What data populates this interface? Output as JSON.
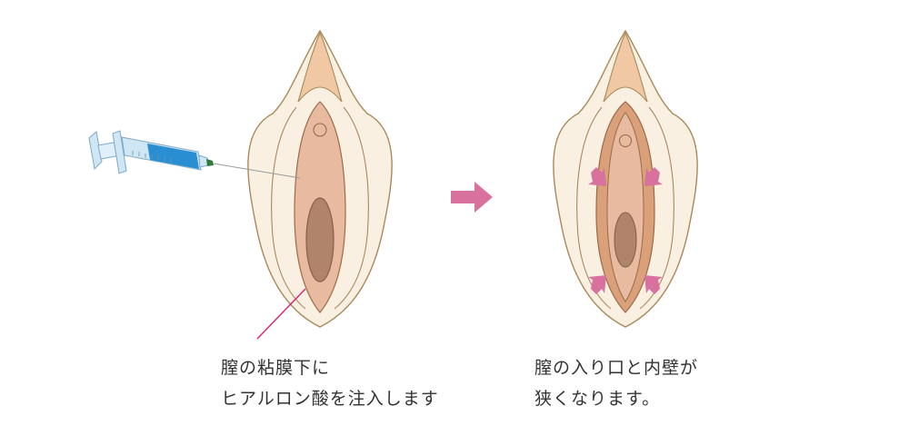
{
  "captions": {
    "before": {
      "line1": "膣の粘膜下に",
      "line2": "ヒアルロン酸を注入します"
    },
    "after": {
      "line1": "膣の入り口と内壁が",
      "line2": "狭くなります。"
    }
  },
  "colors": {
    "skin_outer": "#f9f0e2",
    "skin_outline": "#a8895a",
    "hood": "#f0c9a4",
    "mucosa": "#e8bba0",
    "mucosa_outline": "#9a6a48",
    "opening": "#b0846a",
    "narrowed_rim": "#d9a07a",
    "syringe_fluid": "#2a8ed3",
    "syringe_body": "#cfe6f5",
    "needle_hub": "#2f7a3d",
    "pointer_line": "#d6217a",
    "step_arrow": "#d9719e",
    "compress_arrow": "#d9719e",
    "caption_text": "#333333"
  },
  "icons": [
    "syringe-icon",
    "right-arrow-icon",
    "inward-arrow-icon"
  ]
}
